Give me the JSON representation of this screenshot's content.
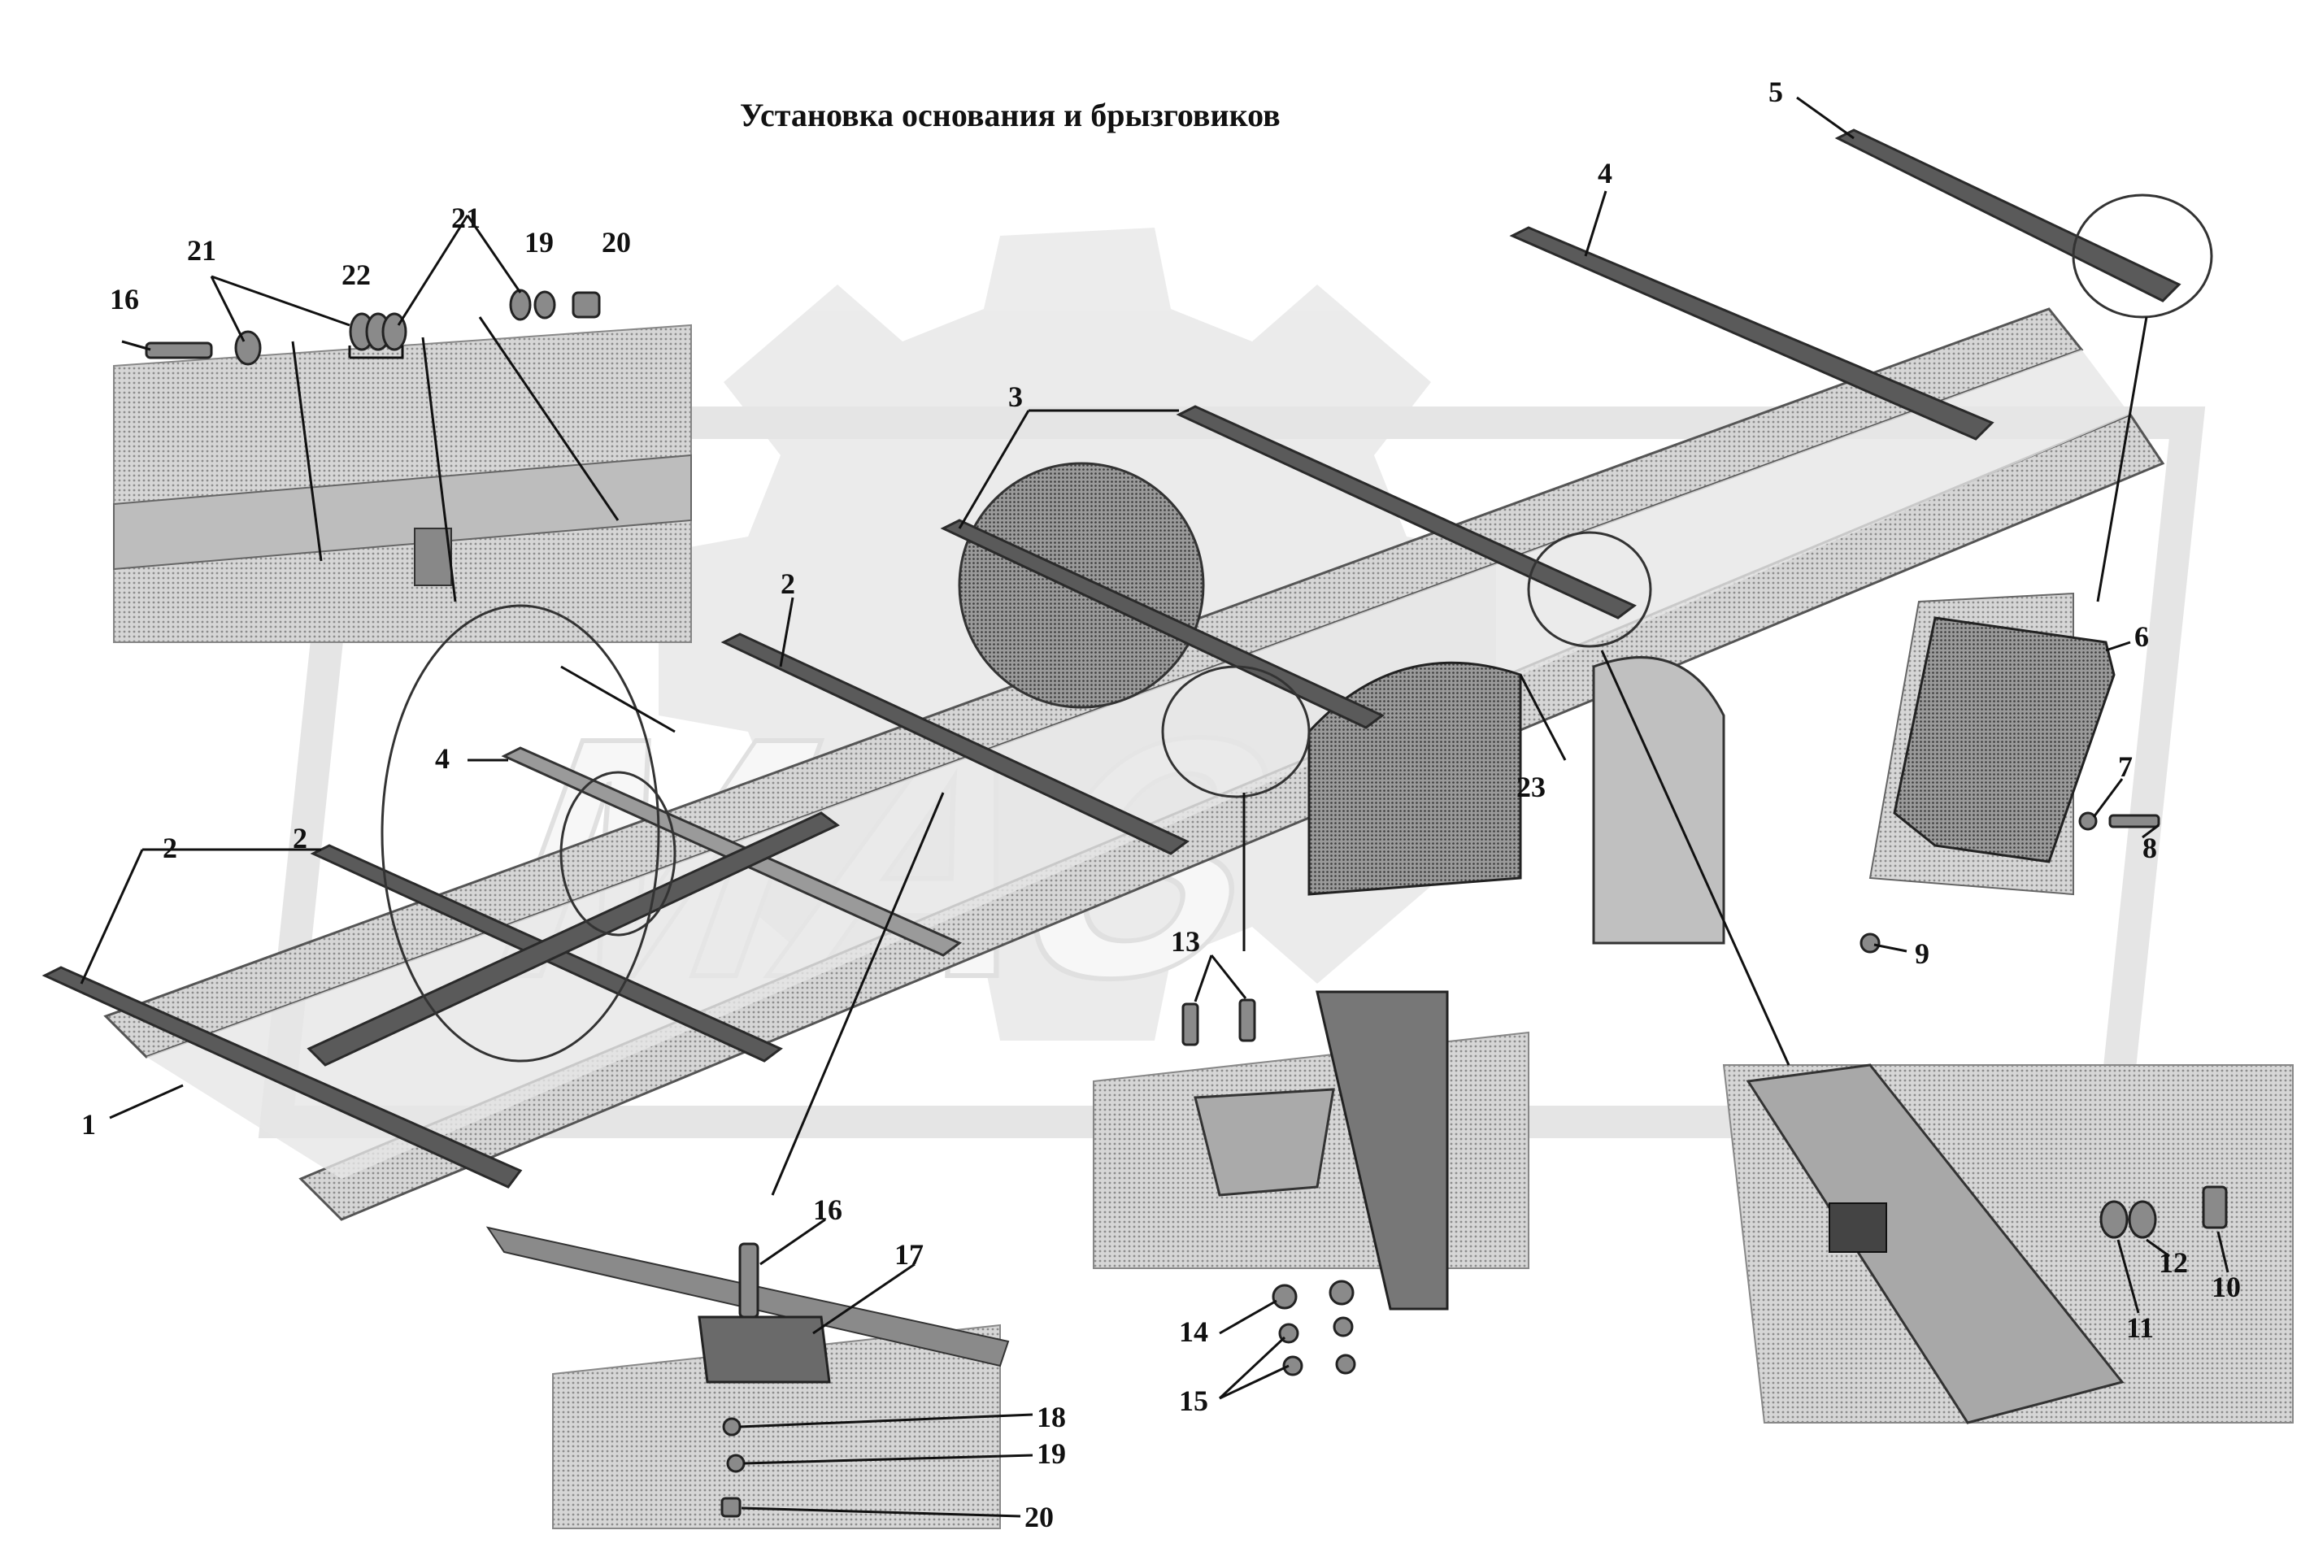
{
  "title": "Установка основания и брызговиков",
  "watermark": {
    "text": "МАЗ",
    "color": "#cfcfcf"
  },
  "colors": {
    "background": "#ffffff",
    "metal_dark": "#5a5a5a",
    "metal_light": "#c9c9c9",
    "ink": "#111111"
  },
  "callouts": [
    {
      "id": "c1",
      "label": "1"
    },
    {
      "id": "c2a",
      "label": "2"
    },
    {
      "id": "c2b",
      "label": "2"
    },
    {
      "id": "c2c",
      "label": "2"
    },
    {
      "id": "c3a",
      "label": "3"
    },
    {
      "id": "c4a",
      "label": "4"
    },
    {
      "id": "c4b",
      "label": "4"
    },
    {
      "id": "c5",
      "label": "5"
    },
    {
      "id": "c6",
      "label": "6"
    },
    {
      "id": "c7",
      "label": "7"
    },
    {
      "id": "c8",
      "label": "8"
    },
    {
      "id": "c9",
      "label": "9"
    },
    {
      "id": "c10",
      "label": "10"
    },
    {
      "id": "c11",
      "label": "11"
    },
    {
      "id": "c12",
      "label": "12"
    },
    {
      "id": "c13",
      "label": "13"
    },
    {
      "id": "c14",
      "label": "14"
    },
    {
      "id": "c15",
      "label": "15"
    },
    {
      "id": "c16a",
      "label": "16"
    },
    {
      "id": "c16b",
      "label": "16"
    },
    {
      "id": "c17",
      "label": "17"
    },
    {
      "id": "c18",
      "label": "18"
    },
    {
      "id": "c19a",
      "label": "19"
    },
    {
      "id": "c19b",
      "label": "19"
    },
    {
      "id": "c20a",
      "label": "20"
    },
    {
      "id": "c20b",
      "label": "20"
    },
    {
      "id": "c21a",
      "label": "21"
    },
    {
      "id": "c21b",
      "label": "21"
    },
    {
      "id": "c22",
      "label": "22"
    },
    {
      "id": "c23",
      "label": "23"
    }
  ]
}
